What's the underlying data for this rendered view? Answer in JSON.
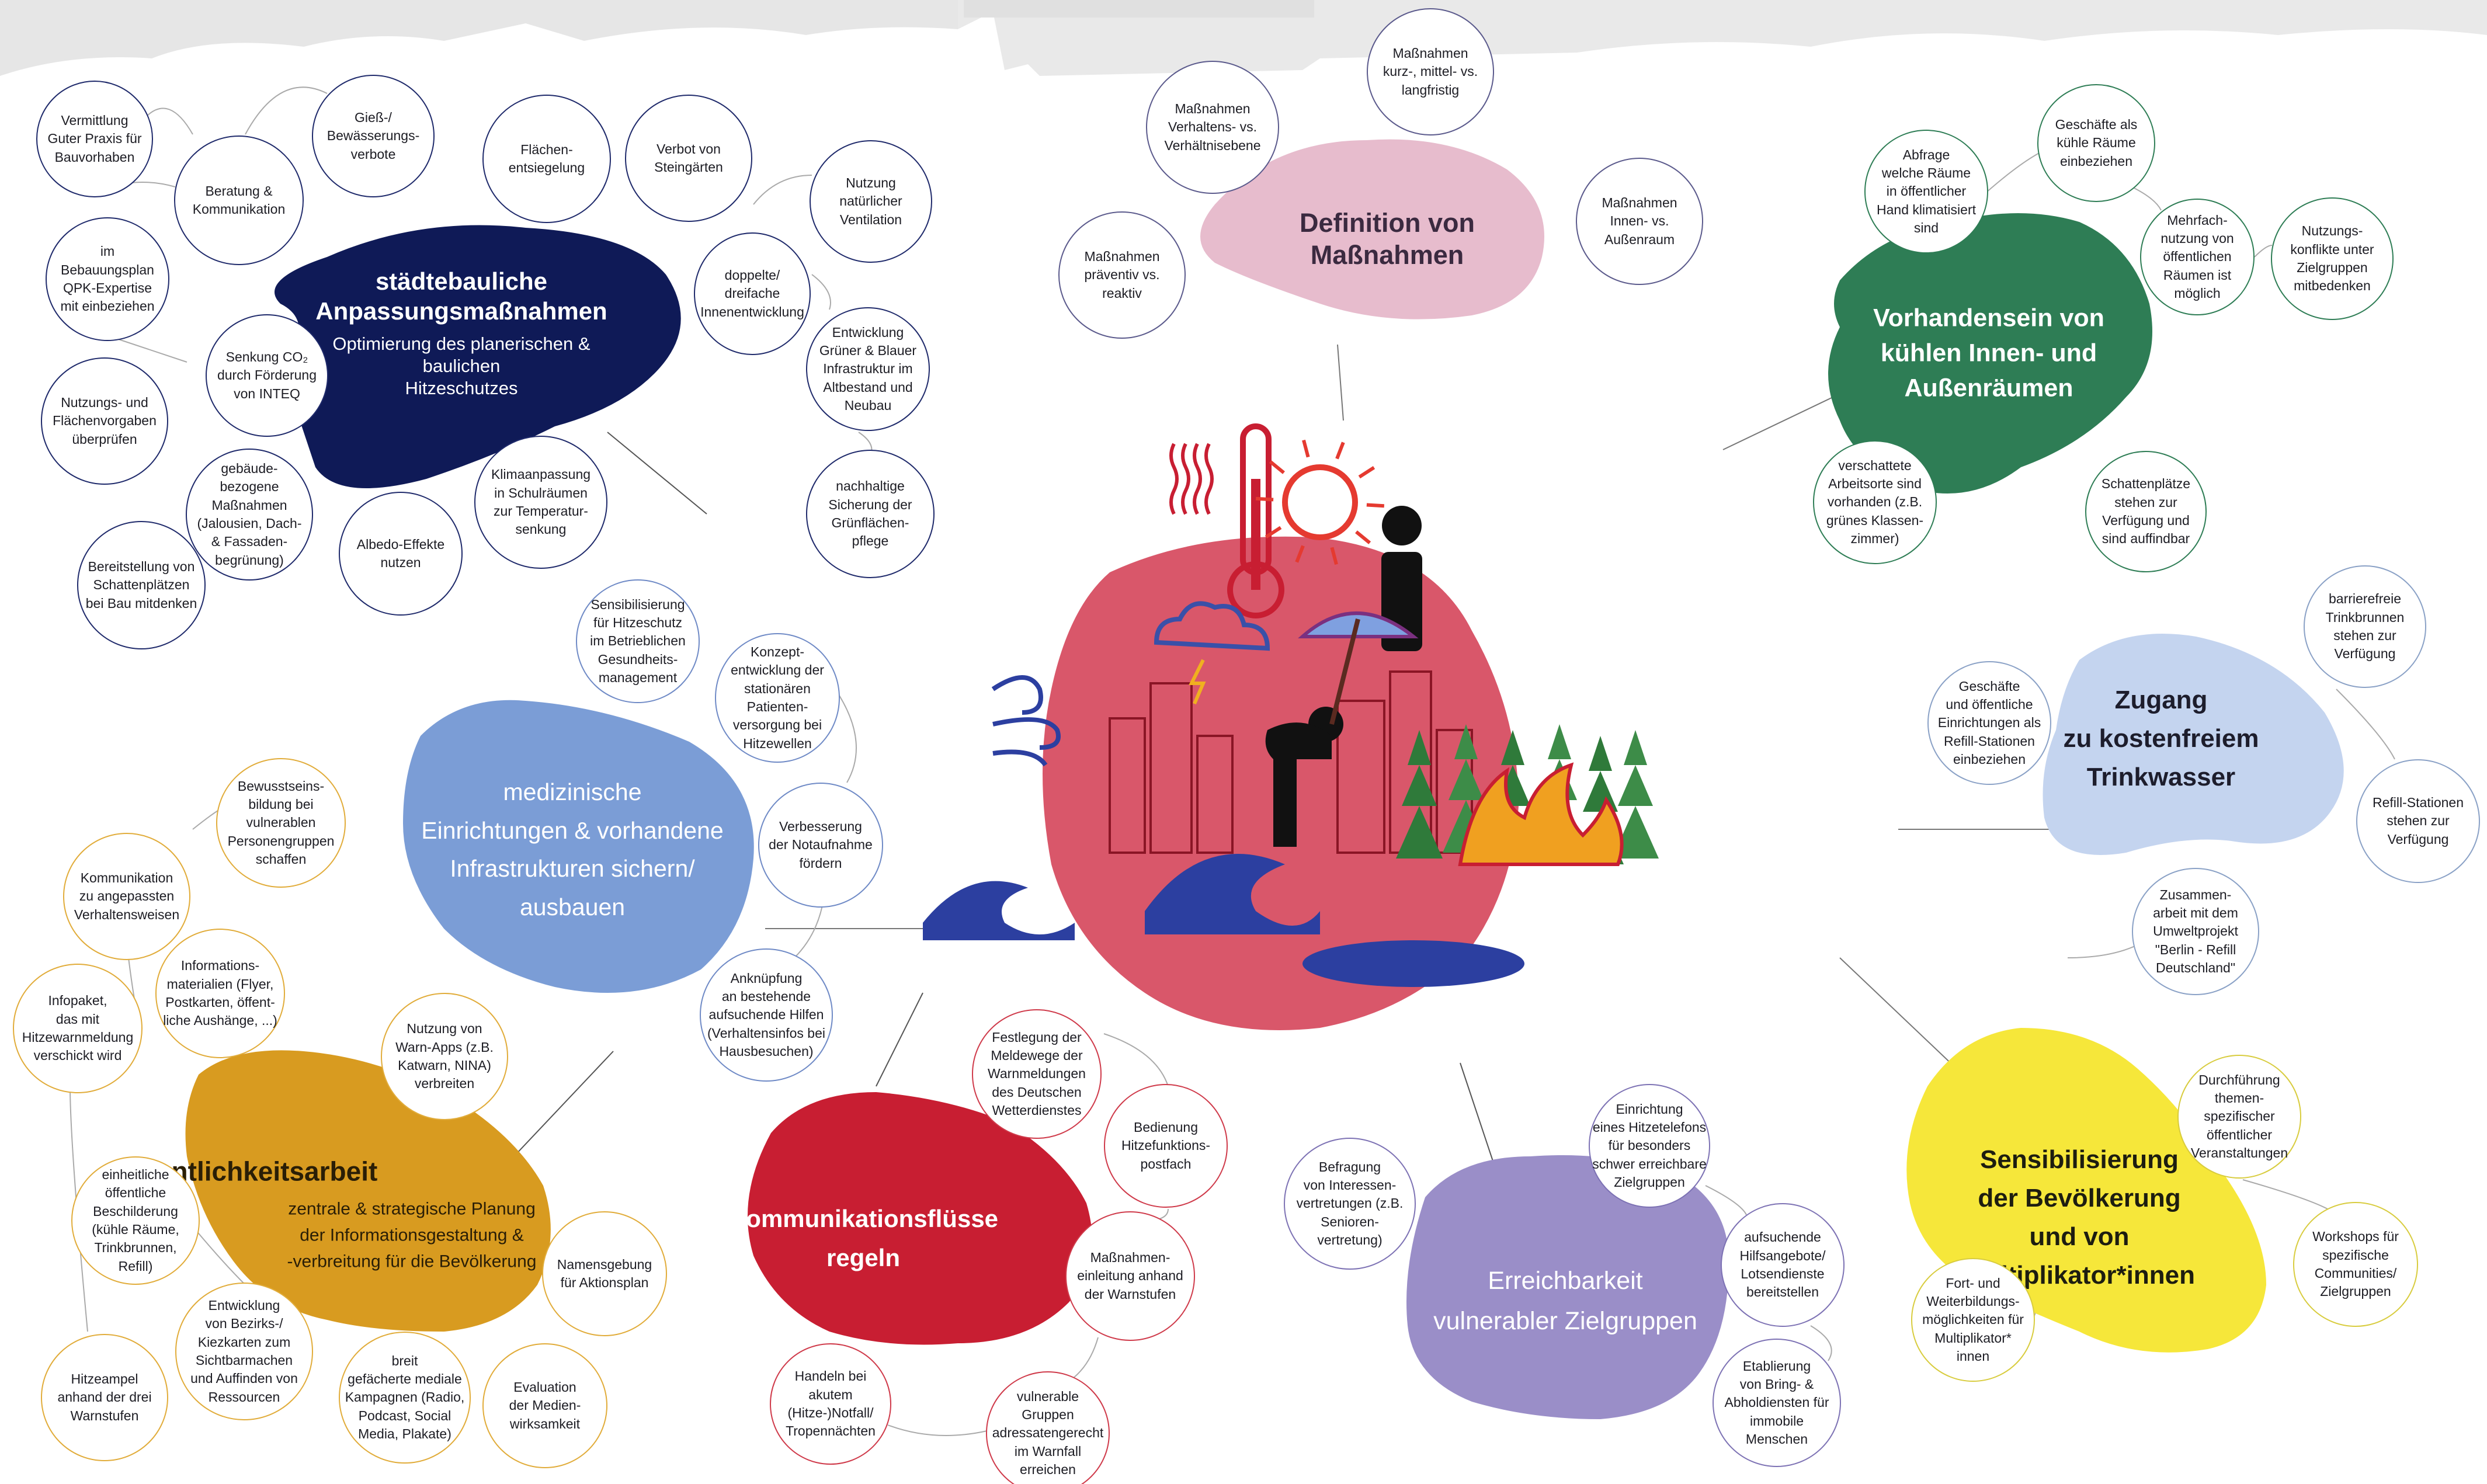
{
  "colors": {
    "navy": "#0f1a57",
    "periwinkle": "#7b9dd6",
    "pink": "#e7bccd",
    "green": "#2e7d55",
    "lightblue": "#c4d4ef",
    "yellow": "#f6e73a",
    "lavender": "#9a8ec8",
    "red": "#c81e32",
    "orange": "#d89b20",
    "center_red": "#d9576a"
  },
  "hubs": {
    "staedtebau": {
      "title": "städtebauliche\nAnpassungsmaßnahmen",
      "subtitle": "Optimierung des planerischen &\nbaulichen\nHitzeschutzes"
    },
    "massnahmen": {
      "title": "Definition von\nMaßnahmen"
    },
    "kuehl": {
      "title": "Vorhandensein von\nkühlen Innen- und\nAußenräumen"
    },
    "trinkwasser": {
      "title": "Zugang\nzu kostenfreiem\nTrinkwasser"
    },
    "medizin": {
      "title": "medizinische\nEinrichtungen & vorhandene\nInfrastrukturen sichern/\nausbauen"
    },
    "oeffentlichkeit": {
      "title": "Öffentlichkeitsarbeit",
      "subtitle": "zentrale & strategische Planung\nder Informationsgestaltung &\n-verbreitung für die Bevölkerung"
    },
    "kommunikation": {
      "title": "Kommunikationsflüsse\nregeln"
    },
    "erreichbarkeit": {
      "title": "Erreichbarkeit\nvulnerabler Zielgruppen"
    },
    "sensibilisierung": {
      "title": "Sensibilisierung\nder Bevölkerung\nund von\nMultiplikator*innen"
    }
  },
  "bubbles": {
    "b01": "Vermittlung\nGuter Praxis für\nBauvorhaben",
    "b02": "Beratung &\nKommunikation",
    "b03": "Gieß-/\nBewässerungs-\nverbote",
    "b04": "Flächen-\nentsiegelung",
    "b05": "Verbot von\nSteingärten",
    "b06": "im\nBebauungsplan\nQPK-Expertise\nmit einbeziehen",
    "b07": "Nutzung\nnatürlicher\nVentilation",
    "b08": "doppelte/\ndreifache\nInnenentwicklung",
    "b09": "Senkung CO₂\ndurch Förderung\nvon INTEQ",
    "b10": "Entwicklung\nGrüner & Blauer\nInfrastruktur im\nAltbestand und\nNeubau",
    "b11": "Nutzungs- und\nFlächenvorgaben\nüberprüfen",
    "b12": "gebäude-\nbezogene\nMaßnahmen\n(Jalousien, Dach-\n& Fassaden-\nbegrünung)",
    "b13": "Klimaanpassung\nin Schulräumen\nzur Temperatur-\nsenkung",
    "b14": "nachhaltige\nSicherung der\nGrünflächen-\npflege",
    "b15": "Albedo-Effekte\nnutzen",
    "b16": "Bereitstellung von\nSchattenplätzen\nbei Bau mitdenken",
    "b17": "Maßnahmen\nkurz-, mittel- vs.\nlangfristig",
    "b18": "Maßnahmen\nVerhaltens- vs.\nVerhältnisebene",
    "b19": "Maßnahmen\nInnen- vs.\nAußenraum",
    "b20": "Maßnahmen\npräventiv vs.\nreaktiv",
    "b21": "Abfrage\nwelche Räume\nin öffentlicher\nHand klimatisiert\nsind",
    "b22": "Geschäfte als\nkühle Räume\neinbeziehen",
    "b23": "Mehrfach-\nnutzung von\nöffentlichen\nRäumen ist\nmöglich",
    "b24": "Nutzungs-\nkonflikte unter\nZielgruppen\nmitbedenken",
    "b25": "verschattete\nArbeitsorte sind\nvorhanden (z.B.\ngrünes Klassen-\nzimmer)",
    "b26": "Schattenplätze\nstehen zur\nVerfügung und\nsind auffindbar",
    "b27": "barrierefreie\nTrinkbrunnen\nstehen zur\nVerfügung",
    "b28": "Geschäfte\nund öffentliche\nEinrichtungen als\nRefill-Stationen\neinbeziehen",
    "b29": "Refill-Stationen\nstehen zur\nVerfügung",
    "b30": "Zusammen-\narbeit mit dem\nUmweltprojekt\n\"Berlin - Refill\nDeutschland\"",
    "b31": "Sensibilisierung\nfür Hitzeschutz\nim Betrieblichen\nGesundheits-\nmanagement",
    "b32": "Konzept-\nentwicklung der\nstationären\nPatienten-\nversorgung bei\nHitzewellen",
    "b33": "Verbesserung\nder Notaufnahme\nfördern",
    "b34": "Anknüpfung\nan bestehende\naufsuchende Hilfen\n(Verhaltensinfos bei\nHausbesuchen)",
    "b35": "Bewusstseins-\nbildung bei\nvulnerablen\nPersonengruppen\nschaffen",
    "b36": "Kommunikation\nzu angepassten\nVerhaltensweisen",
    "b37": "Informations-\nmaterialien (Flyer,\nPostkarten, öffent-\nliche Aushänge, ...)",
    "b38": "Infopaket,\ndas mit\nHitzewarnmeldung\nverschickt wird",
    "b39": "Nutzung von\nWarn-Apps (z.B.\nKatwarn, NINA)\nverbreiten",
    "b40": "einheitliche\nöffentliche\nBeschilderung\n(kühle Räume,\nTrinkbrunnen,\nRefill)",
    "b41": "Namensgebung\nfür Aktionsplan",
    "b42": "Entwicklung\nvon Bezirks-/\nKiezkarten zum\nSichtbarmachen\nund Auffinden von\nRessourcen",
    "b43": "Hitzeampel\nanhand der drei\nWarnstufen",
    "b44": "breit\ngefächerte mediale\nKampagnen (Radio,\nPodcast, Social\nMedia, Plakate)",
    "b45": "Evaluation\nder Medien-\nwirksamkeit",
    "b46": "Festlegung der\nMeldewege der\nWarnmeldungen\ndes Deutschen\nWetterdienstes",
    "b47": "Bedienung\nHitzefunktions-\npostfach",
    "b48": "Maßnahmen-\neinleitung anhand\nder Warnstufen",
    "b49": "Handeln bei\nakutem\n(Hitze-)Notfall/\nTropennächten",
    "b50": "vulnerable\nGruppen\nadressatengerecht\nim Warnfall\nerreichen",
    "b51": "Befragung\nvon Interessen-\nvertretungen (z.B.\nSenioren-\nvertretung)",
    "b52": "Einrichtung\neines Hitzetelefons\nfür besonders\nschwer erreichbare\nZielgruppen",
    "b53": "aufsuchende\nHilfsangebote/\nLotsendienste\nbereitstellen",
    "b54": "Etablierung\nvon Bring- &\nAbholdiensten für\nimmobile\nMenschen",
    "b55": "Durchführung\nthemen-\nspezifischer\nöffentlicher\nVeranstaltungen",
    "b56": "Workshops für\nspezifische\nCommunities/\nZielgruppen",
    "b57": "Fort- und\nWeiterbildungs-\nmöglichkeiten für\nMultiplikator*\ninnen"
  },
  "icons": [
    "thermometer-icon",
    "sun-icon",
    "heat-waves-icon",
    "storm-cloud-icon",
    "umbrella-icon",
    "person-icon",
    "wind-icon",
    "flood-wave-icon",
    "forest-fire-icon",
    "fir-tree-icon",
    "city-skyline-icon",
    "water-puddle-icon"
  ]
}
